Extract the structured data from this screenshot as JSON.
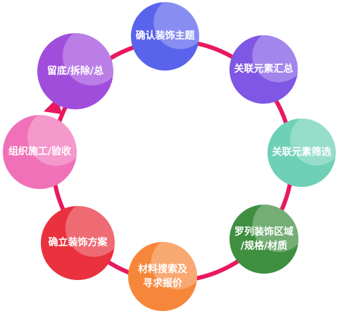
{
  "steps": [
    {
      "label": "确认装饰主题",
      "color": "#5a63ec"
    },
    {
      "label": "关联元素汇总",
      "color": "#7f57e4"
    },
    {
      "label": "关联元素筛选",
      "color": "#6ed0b6"
    },
    {
      "label": "罗列装饰区域\n/规格/材质",
      "color": "#3f8f40"
    },
    {
      "label": "材料搜索及\n寻求报价",
      "color": "#f6873a"
    },
    {
      "label": "确立装饰方案",
      "color": "#e9323e"
    },
    {
      "label": "组织施工/验收",
      "color": "#f171b8"
    },
    {
      "label": "留底/拆除/总",
      "color": "#a04ddc"
    }
  ],
  "ring_color": "#e8195f"
}
